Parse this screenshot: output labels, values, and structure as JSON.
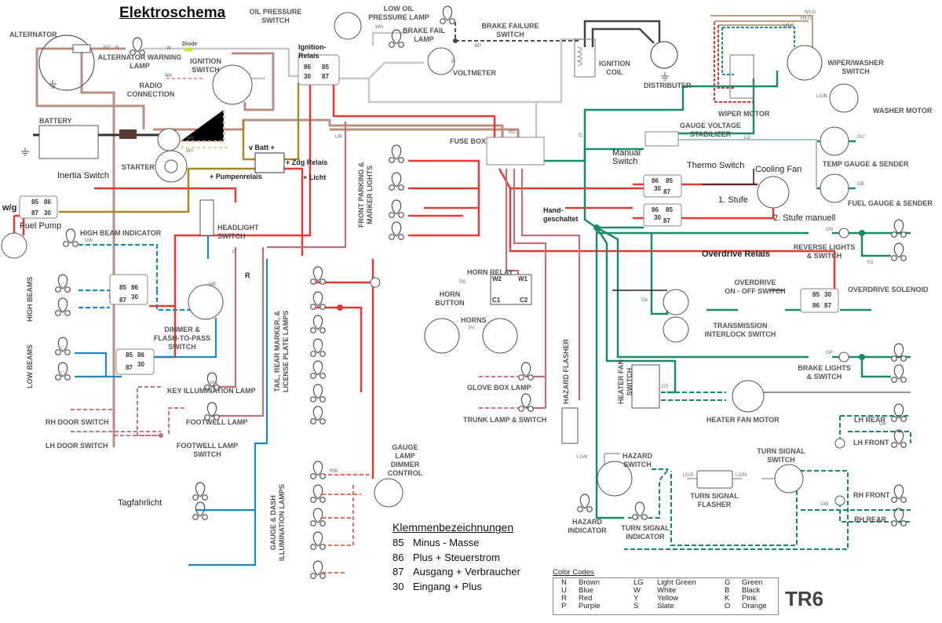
{
  "title": "Elektroschema",
  "components": {
    "oil_pressure_switch": "OIL PRESSURE\nSWITCH",
    "alternator": "ALTERNATOR",
    "alternator_warning_lamp": "ALTERNATOR WARNING\nLAMP",
    "diode": "Diode",
    "ignition_switch": "IGNITION\nSWITCH",
    "radio_connection": "RADIO\nCONNECTION",
    "ignition_relais": "Ignition-\nRelais",
    "low_oil_pressure_lamp": "LOW OIL\nPRESSURE LAMP",
    "brake_fail_lamp": "BRAKE FAIL\nLAMP",
    "brake_failure_switch": "BRAKE FAILURE\nSWITCH",
    "voltmeter": "VOLTMETER",
    "ignition_coil": "IGNITION\nCOIL",
    "distributer": "DISTRIBUTER",
    "wiper_washer_switch": "WIPER/WASHER\nSWITCH",
    "wiper_motor": "WIPER MOTOR",
    "washer_motor": "WASHER MOTOR",
    "gauge_voltage_stabilizer": "GAUGE VOLTAGE\nSTABILIZER",
    "temp_gauge": "TEMP GAUGE & SENDER",
    "fuel_gauge": "FUEL GAUGE & SENDER",
    "manual_switch": "Manual\nSwitch",
    "thermo_switch": "Thermo Switch",
    "cooling_fan": "Cooling Fan",
    "stufe1": "1. Stufe",
    "stufe2": "2. Stufe manuell",
    "handgeschaltet": "Hand-\ngeschaltet",
    "fuse_box": "FUSE BOX",
    "battery": "BATTERY",
    "starter": "STARTER",
    "v_batt": "v Batt +",
    "zdg_relais": "+ Zdg Relais",
    "pumpenrelais": "+ Pumpenrelais",
    "licht": "+ Licht",
    "inertia_switch": "Inertia Switch",
    "wg": "w/g",
    "fuel_pump": "Fuel Pump",
    "high_beam_indicator": "HIGH BEAM INDICATOR",
    "headlight_switch": "HEADLIGHT\nSWITCH",
    "high_beams": "HIGH BEAMS",
    "low_beams": "LOW BEAMS",
    "dimmer_switch": "DIMMER &\nFLASH-TO-PASS\nSWITCH",
    "key_illumination_lamp": "KEY ILLUMINATION LAMP",
    "footwell_lamp": "FOOTWELL LAMP",
    "rh_door_switch": "RH DOOR SWITCH",
    "lh_door_switch": "LH DOOR SWITCH",
    "footwell_lamp_switch": "FOOTWELL LAMP\nSWITCH",
    "front_parking": "FRONT PARKING &\nMARKER LIGHTS",
    "tail_lamps": "TAIL, REAR MARKER, &\nLICENSE PLATE LAMPS",
    "horn_relay": "HORN RELAY",
    "horn_button": "HORN\nBUTTON",
    "horns": "HORNS",
    "glove_box_lamp": "GLOVE BOX LAMP",
    "trunk_lamp": "TRUNK LAMP & SWITCH",
    "hazard_flasher": "HAZARD FLASHER",
    "gauge_lamp_dimmer": "GAUGE\nLAMP\nDIMMER\nCONTROL",
    "gauge_dash_lamps": "GAUGE & DASH\nILLUMINATION LAMPS",
    "tagfahrlicht": "Tagfahrlicht",
    "reverse_lights": "REVERSE LIGHTS\n& SWITCH",
    "overdrive_relais": "Overdrive Relais",
    "overdrive_switch": "OVERDRIVE\nON - OFF SWITCH",
    "overdrive_solenoid": "OVERDRIVE SOLENOID",
    "transmission_interlock": "TRANSMISSION\nINTERLOCK SWITCH",
    "brake_lights": "BRAKE LIGHTS\n& SWITCH",
    "heater_fan_switch": "HEATER FAN\nSWITCH",
    "heater_fan_motor": "HEATER FAN MOTOR",
    "lh_rear": "LH REAR",
    "lh_front": "LH FRONT",
    "rh_front": "RH FRONT",
    "rh_rear": "RH REAR",
    "turn_signal_switch": "TURN SIGNAL\nSWITCH",
    "hazard_switch": "HAZARD\nSWITCH",
    "turn_signal_flasher": "TURN SIGNAL\nFLASHER",
    "hazard_indicator": "HAZARD\nINDICATOR",
    "turn_signal_indicator": "TURN SIGNAL\nINDICATOR"
  },
  "relay_pins": {
    "p85": "85",
    "p86": "86",
    "p87": "87",
    "p30": "30"
  },
  "horn_relay_pins": {
    "w1": "W1",
    "w2": "W2",
    "c1": "C1",
    "c2": "C2"
  },
  "wire_codes": [
    "N",
    "NY",
    "W",
    "WK",
    "WR",
    "WY",
    "WN",
    "BP",
    "B",
    "G",
    "LG",
    "GU",
    "GB",
    "RG",
    "UR",
    "UW",
    "NR",
    "P",
    "R",
    "PW",
    "RW",
    "PB",
    "PY",
    "GN",
    "YG",
    "GP",
    "GY",
    "GR",
    "GW",
    "LG/K",
    "LG/S",
    "LG/N",
    "Gb",
    "N/LG",
    "R/LG",
    "U/LG",
    "LG/B"
  ],
  "klemmen": {
    "heading": "Klemmenbezeichnungen",
    "rows": [
      {
        "num": "85",
        "text": "Minus - Masse"
      },
      {
        "num": "86",
        "text": "Plus + Steuerstrom"
      },
      {
        "num": "87",
        "text": "Ausgang + Verbraucher"
      },
      {
        "num": "30",
        "text": "Eingang + Plus"
      }
    ]
  },
  "legend": {
    "title": "Color Codes",
    "entries": [
      {
        "code": "N",
        "name": "Brown",
        "color": "#a0705a"
      },
      {
        "code": "U",
        "name": "Blue",
        "color": "#1e88c8"
      },
      {
        "code": "R",
        "name": "Red",
        "color": "#e53935"
      },
      {
        "code": "P",
        "name": "Purple",
        "color": "#b86a78"
      },
      {
        "code": "LG",
        "name": "Light Green",
        "color": "#9bc4a8"
      },
      {
        "code": "W",
        "name": "White",
        "color": "#cccccc"
      },
      {
        "code": "Y",
        "name": "Yellow",
        "color": "#e6c84a"
      },
      {
        "code": "S",
        "name": "Slate",
        "color": "#777777"
      },
      {
        "code": "G",
        "name": "Green",
        "color": "#1a8a6a"
      },
      {
        "code": "B",
        "name": "Black",
        "color": "#333333"
      },
      {
        "code": "K",
        "name": "Pink",
        "color": "#e8a0a8"
      },
      {
        "code": "O",
        "name": "Orange",
        "color": "#f0a040"
      }
    ]
  },
  "model": "TR6"
}
